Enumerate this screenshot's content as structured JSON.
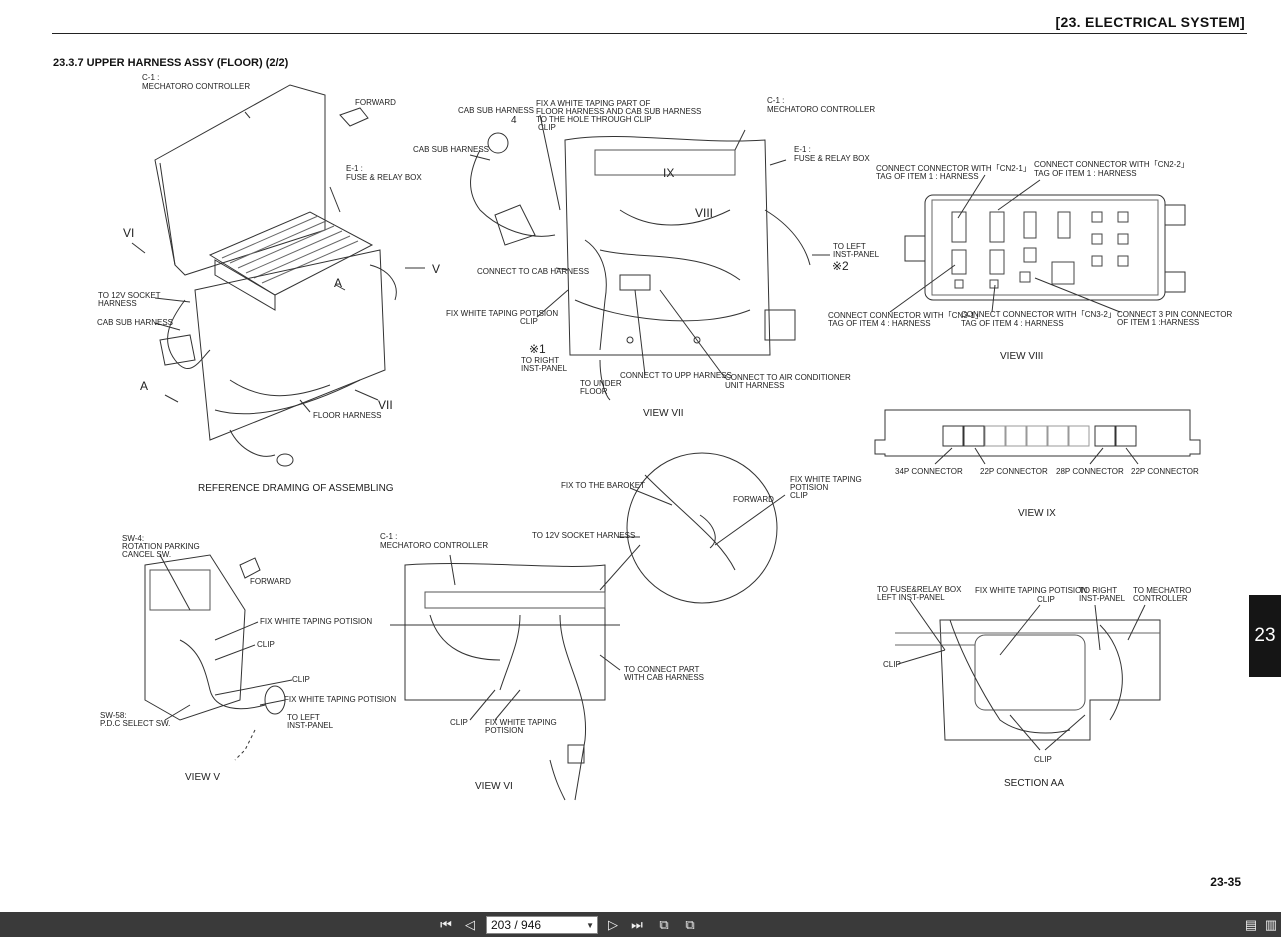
{
  "header": {
    "chapter": "[23.  ELECTRICAL SYSTEM]"
  },
  "section": {
    "title": "23.3.7 UPPER HARNESS ASSY (FLOOR) (2/2)"
  },
  "labels": {
    "ref_c1": "C-1 :",
    "ref_c1_name": "MECHATORO CONTROLLER",
    "ref_forward": "FORWARD",
    "ref_e1": "E-1 :",
    "ref_e1_name": "FUSE & RELAY BOX",
    "ref_vi": "VI",
    "ref_v": "V",
    "ref_a1": "A",
    "ref_a2": "A",
    "ref_vii": "VII",
    "ref_12v_1": "TO 12V SOCKET",
    "ref_12v_2": "HARNESS",
    "ref_cabsub": "CAB SUB HARNESS",
    "ref_floor": "FLOOR HARNESS",
    "v7_cabsub1": "CAB SUB HARNESS",
    "v7_num4": "4",
    "v7_cabsub2": "CAB SUB HARNESS",
    "v7_fix1": "FIX A WHITE TAPING PART OF",
    "v7_fix2": "FLOOR HARNESS AND CAB SUB HARNESS",
    "v7_fix3": "TO THE HOLE THROUGH CLIP",
    "v7_fix4": "CLIP",
    "v7_c1": "C-1 :",
    "v7_c1_name": "MECHATORO CONTROLLER",
    "v7_e1": "E-1 :",
    "v7_e1_name": "FUSE & RELAY BOX",
    "v7_ix": "IX",
    "v7_viii": "VIII",
    "v7_left1": "TO LEFT",
    "v7_left2": "INST-PANEL",
    "v7_x2": "※2",
    "v7_cabconn": "CONNECT TO CAB HARNESS",
    "v7_fixwhite1": "FIX WHITE TAPING POTISION",
    "v7_fixwhite2": "CLIP",
    "v7_x1": "※1",
    "v7_right1": "TO RIGHT",
    "v7_right2": "INST-PANEL",
    "v7_under1": "TO UNDER",
    "v7_under2": "FLOOR",
    "v7_upp": "CONNECT TO UPP HARNESS",
    "v7_ac1": "CONNECT TO AIR CONDITIONER",
    "v7_ac2": "UNIT HARNESS",
    "v8_cn21a": "CONNECT CONNECTOR WITH「CN2-1」",
    "v8_cn21b": "TAG OF ITEM 1 : HARNESS",
    "v8_cn22a": "CONNECT CONNECTOR WITH「CN2-2」",
    "v8_cn22b": "TAG OF ITEM 1 : HARNESS",
    "v8_cn31a": "CONNECT CONNECTOR WITH「CN3-1」",
    "v8_cn31b": "TAG OF ITEM 4 : HARNESS",
    "v8_cn32a": "CONNECT CONNECTOR WITH「CN3-2」",
    "v8_cn32b": "TAG OF ITEM 4 : HARNESS",
    "v8_3pin1": "CONNECT 3 PIN CONNECTOR",
    "v8_3pin2": "OF ITEM 1 :HARNESS",
    "v9_34p": "34P CONNECTOR",
    "v9_22p_a": "22P CONNECTOR",
    "v9_28p": "28P CONNECTOR",
    "v9_22p_b": "22P CONNECTOR",
    "v5_sw4a": "SW-4:",
    "v5_sw4b": "ROTATION PARKING",
    "v5_sw4c": "CANCEL SW.",
    "v5_forward": "FORWARD",
    "v5_fixwhite": "FIX WHITE TAPING POTISION",
    "v5_clip1": "CLIP",
    "v5_clip2": "CLIP",
    "v5_fixwhite2": "FIX WHITE TAPING POTISION",
    "v5_sw58a": "SW-58:",
    "v5_sw58b": "P.D.C SELECT SW.",
    "v5_left1": "TO LEFT",
    "v5_left2": "INST-PANEL",
    "v6_c1": "C-1 :",
    "v6_c1_name": "MECHATORO CONTROLLER",
    "v6_baroket": "FIX TO THE BAROKET",
    "v6_forward": "FORWARD",
    "v6_fixw1": "FIX WHITE TAPING",
    "v6_fixw2": "POTISION",
    "v6_fixw3": "CLIP",
    "v6_12v": "TO 12V SOCKET HARNESS",
    "v6_cab1": "TO CONNECT PART",
    "v6_cab2": "WITH CAB HARNESS",
    "v6_clip": "CLIP",
    "v6_fixb1": "FIX WHITE TAPING",
    "v6_fixb2": "POTISION",
    "aa_fuse1": "TO FUSE&RELAY BOX",
    "aa_fuse2": "LEFT INST-PANEL",
    "aa_fixw": "FIX WHITE TAPING POTISION",
    "aa_clip_top": "CLIP",
    "aa_right1": "TO RIGHT",
    "aa_right2": "INST-PANEL",
    "aa_mech1": "TO MECHATRO",
    "aa_mech2": "CONTROLLER",
    "aa_clip_left": "CLIP",
    "aa_clip_bot": "CLIP"
  },
  "captions": {
    "reference": "REFERENCE DRAMING OF ASSEMBLING",
    "view7": "VIEW VII",
    "view8": "VIEW VIII",
    "view9": "VIEW IX",
    "view5": "VIEW V",
    "view6": "VIEW VI",
    "section_aa": "SECTION AA"
  },
  "footer": {
    "page_number": "23-35"
  },
  "side_tab": {
    "label": "23"
  },
  "toolbar": {
    "page_indicator": "203 / 946"
  }
}
